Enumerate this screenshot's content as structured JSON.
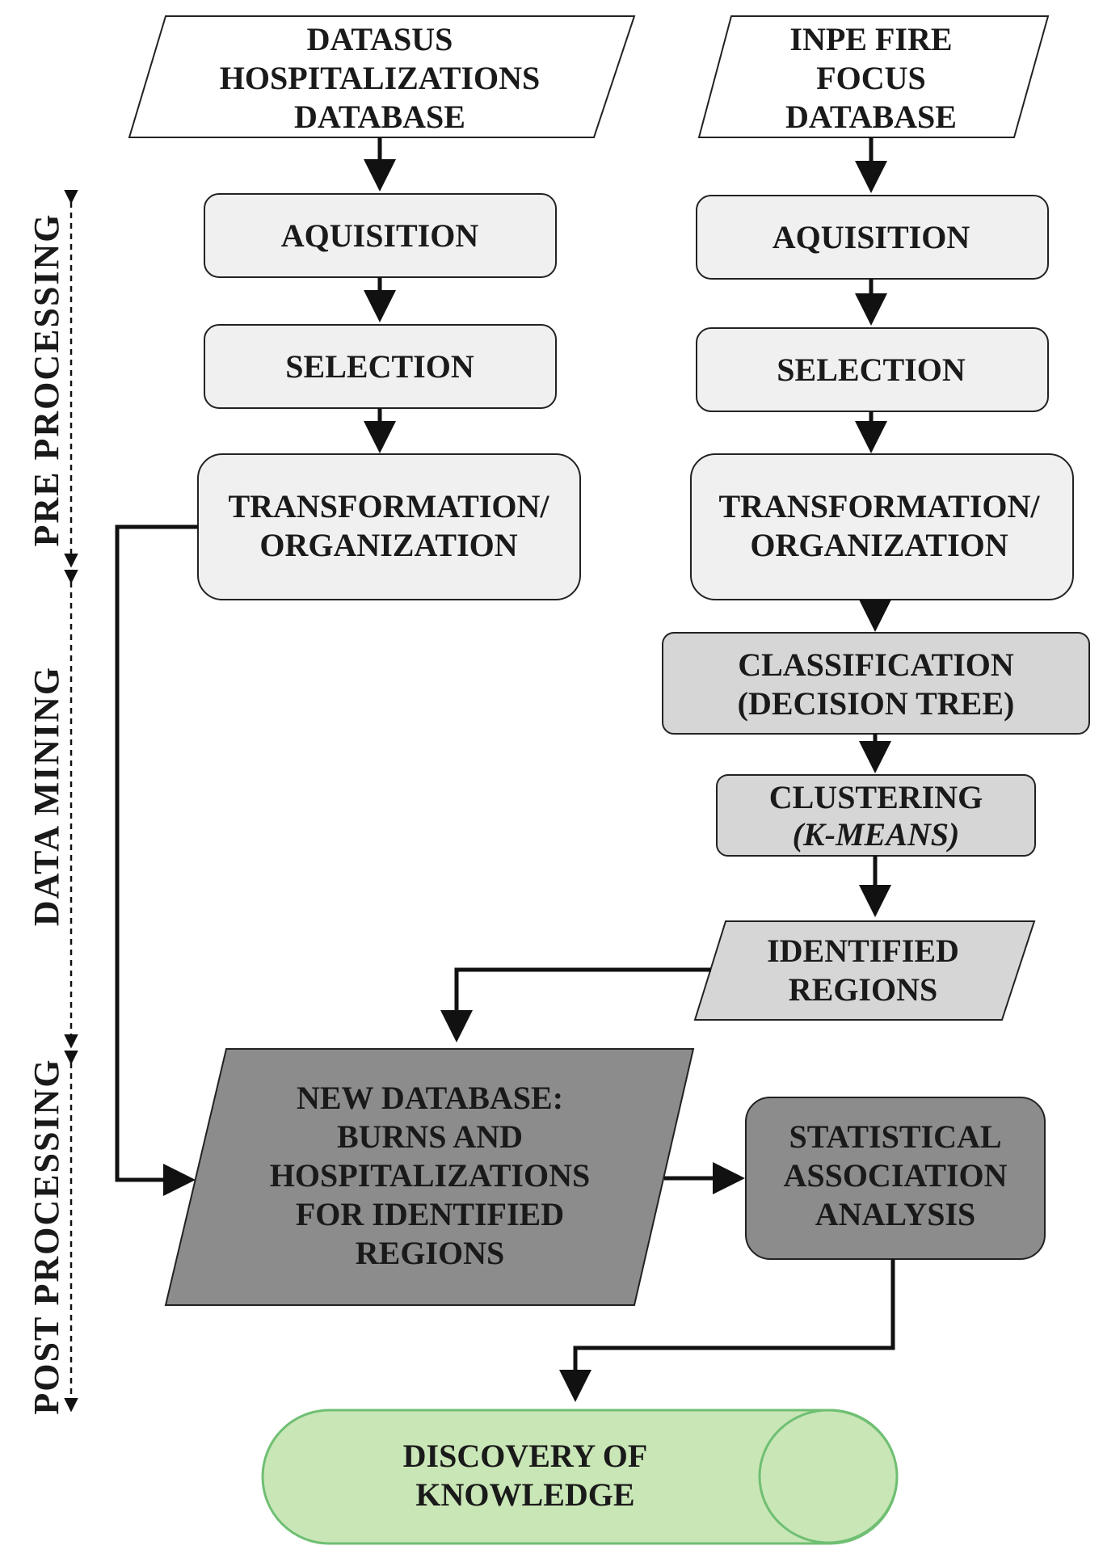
{
  "side_labels": {
    "pre_processing": "PRE PROCESSING",
    "data_mining": "DATA MINING",
    "post_processing": "POST PROCESSING"
  },
  "left_column": {
    "source": [
      "DATASUS",
      "HOSPITALIZATIONS",
      "DATABASE"
    ],
    "acquisition": "AQUISITION",
    "selection": "SELECTION",
    "transformation": [
      "TRANSFORMATION/",
      "ORGANIZATION"
    ]
  },
  "right_column": {
    "source": [
      "INPE FIRE",
      "FOCUS",
      "DATABASE"
    ],
    "acquisition": "AQUISITION",
    "selection": "SELECTION",
    "transformation": [
      "TRANSFORMATION/",
      "ORGANIZATION"
    ],
    "classification": [
      "CLASSIFICATION",
      "(DECISION TREE)"
    ],
    "clustering": [
      "CLUSTERING",
      "(K-MEANS)"
    ],
    "identified_regions": [
      "IDENTIFIED",
      "REGIONS"
    ]
  },
  "new_database": [
    "NEW DATABASE:",
    "BURNS AND",
    "HOSPITALIZATIONS",
    "FOR IDENTIFIED",
    "REGIONS"
  ],
  "statistical_analysis": [
    "STATISTICAL",
    "ASSOCIATION",
    "ANALYSIS"
  ],
  "discovery": [
    "DISCOVERY OF",
    "KNOWLEDGE"
  ],
  "colors": {
    "light_box": "#f0f0f0",
    "mid_box": "#d6d6d6",
    "dark_box": "#8c8c8c",
    "discovery_fill": "#c9e6b6",
    "discovery_stroke": "#6fbf73"
  }
}
